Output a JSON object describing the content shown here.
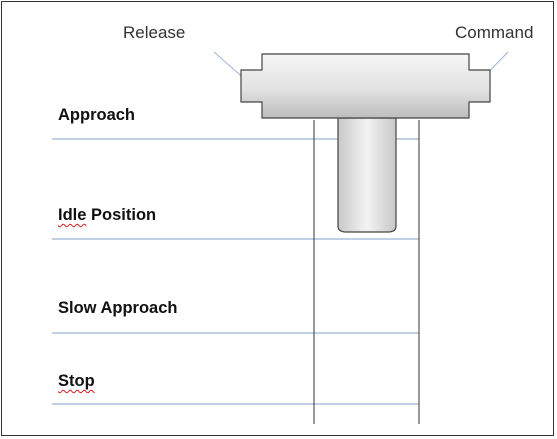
{
  "labels": {
    "release": "Release",
    "command": "Command"
  },
  "levels": {
    "approach": "Approach",
    "idle_position": "Idle Position",
    "slow_approach": "Slow Approach",
    "stop": "Stop"
  },
  "colors": {
    "level_line": "#9db5d6",
    "guide_line": "#333333",
    "leader_line": "#9db5d6",
    "body_stroke": "#444444",
    "body_fill_light": "#f4f4f4",
    "body_fill_dark": "#c4c4c4",
    "spellcheck_underline": "#d02020"
  }
}
